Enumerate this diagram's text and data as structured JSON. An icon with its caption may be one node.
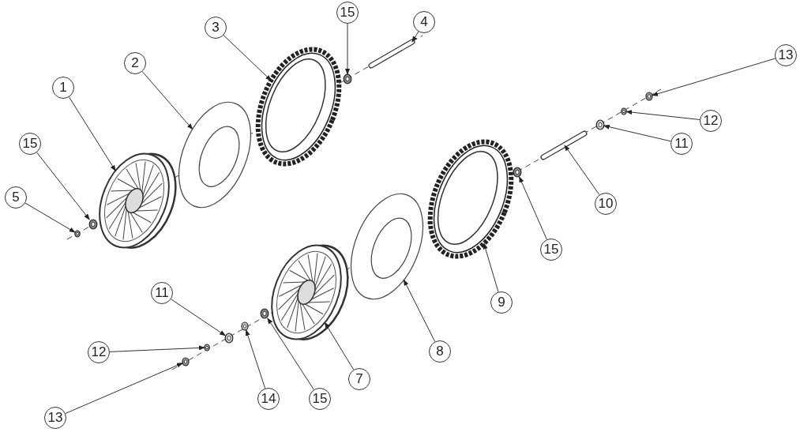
{
  "diagram": {
    "nodes": [
      {
        "text": [
          "15"
        ]
      },
      {
        "text": [
          "4"
        ]
      },
      {
        "text": [
          "3"
        ]
      },
      {
        "text": [
          "13"
        ]
      },
      {
        "text": [
          "2"
        ]
      },
      {
        "text": [
          "1"
        ]
      },
      {
        "text": [
          "12"
        ]
      },
      {
        "text": [
          "15"
        ]
      },
      {
        "text": [
          "11"
        ]
      },
      {
        "text": [
          "5"
        ]
      },
      {
        "text": [
          "10"
        ]
      },
      {
        "text": [
          "15"
        ]
      },
      {
        "text": [
          "11"
        ]
      },
      {
        "text": [
          "9"
        ]
      },
      {
        "text": [
          "8"
        ]
      },
      {
        "text": [
          "12"
        ]
      },
      {
        "text": [
          "7"
        ]
      },
      {
        "text": [
          "14"
        ]
      },
      {
        "text": [
          "15"
        ]
      },
      {
        "text": [
          "13"
        ]
      },
      {
        "text": [],
        "shape": "picture"
      },
      {
        "text": [],
        "shape": "picture"
      },
      {
        "text": [],
        "shape": "picture"
      },
      {
        "text": [],
        "shape": "picture"
      },
      {
        "text": [],
        "shape": "picture"
      },
      {
        "text": [],
        "shape": "picture"
      },
      {
        "text": [],
        "shape": "picture"
      },
      {
        "text": [],
        "shape": "picture"
      },
      {
        "text": [],
        "shape": "picture"
      },
      {
        "text": [],
        "shape": "picture"
      },
      {
        "text": [],
        "shape": "picture"
      },
      {
        "text": [],
        "shape": "picture"
      },
      {
        "text": [],
        "shape": "picture"
      },
      {
        "text": [],
        "shape": "picture"
      },
      {
        "text": [],
        "shape": "picture"
      },
      {
        "text": [],
        "shape": "picture"
      },
      {
        "text": [],
        "shape": "picture"
      },
      {
        "text": [],
        "shape": "picture"
      },
      {
        "text": [],
        "shape": "picture"
      },
      {
        "text": [],
        "shape": "picture"
      }
    ],
    "edges": [
      {
        "from": 0,
        "to": 20,
        "arrow": "to"
      },
      {
        "from": 1,
        "to": 21,
        "arrow": "to"
      },
      {
        "from": 2,
        "to": 22,
        "arrow": "to"
      },
      {
        "from": 3,
        "to": 23,
        "arrow": "to"
      },
      {
        "from": 4,
        "to": 24,
        "arrow": "to"
      },
      {
        "from": 5,
        "to": 25,
        "arrow": "to"
      },
      {
        "from": 6,
        "to": 26,
        "arrow": "to"
      },
      {
        "from": 7,
        "to": 27,
        "arrow": "to"
      },
      {
        "from": 8,
        "to": 28,
        "arrow": "to"
      },
      {
        "from": 9,
        "to": 29,
        "arrow": "to"
      },
      {
        "from": 10,
        "to": 30,
        "arrow": "to"
      },
      {
        "from": 11,
        "to": 31,
        "arrow": "to"
      },
      {
        "from": 12,
        "to": 32,
        "arrow": "to"
      },
      {
        "from": 13,
        "to": 33,
        "arrow": "to"
      },
      {
        "from": 14,
        "to": 34,
        "arrow": "to"
      },
      {
        "from": 15,
        "to": 35,
        "arrow": "to"
      },
      {
        "from": 16,
        "to": 36,
        "arrow": "to"
      },
      {
        "from": 17,
        "to": 37,
        "arrow": "to"
      },
      {
        "from": 18,
        "to": 38,
        "arrow": "to"
      },
      {
        "from": 19,
        "to": 39,
        "arrow": "to"
      }
    ]
  }
}
